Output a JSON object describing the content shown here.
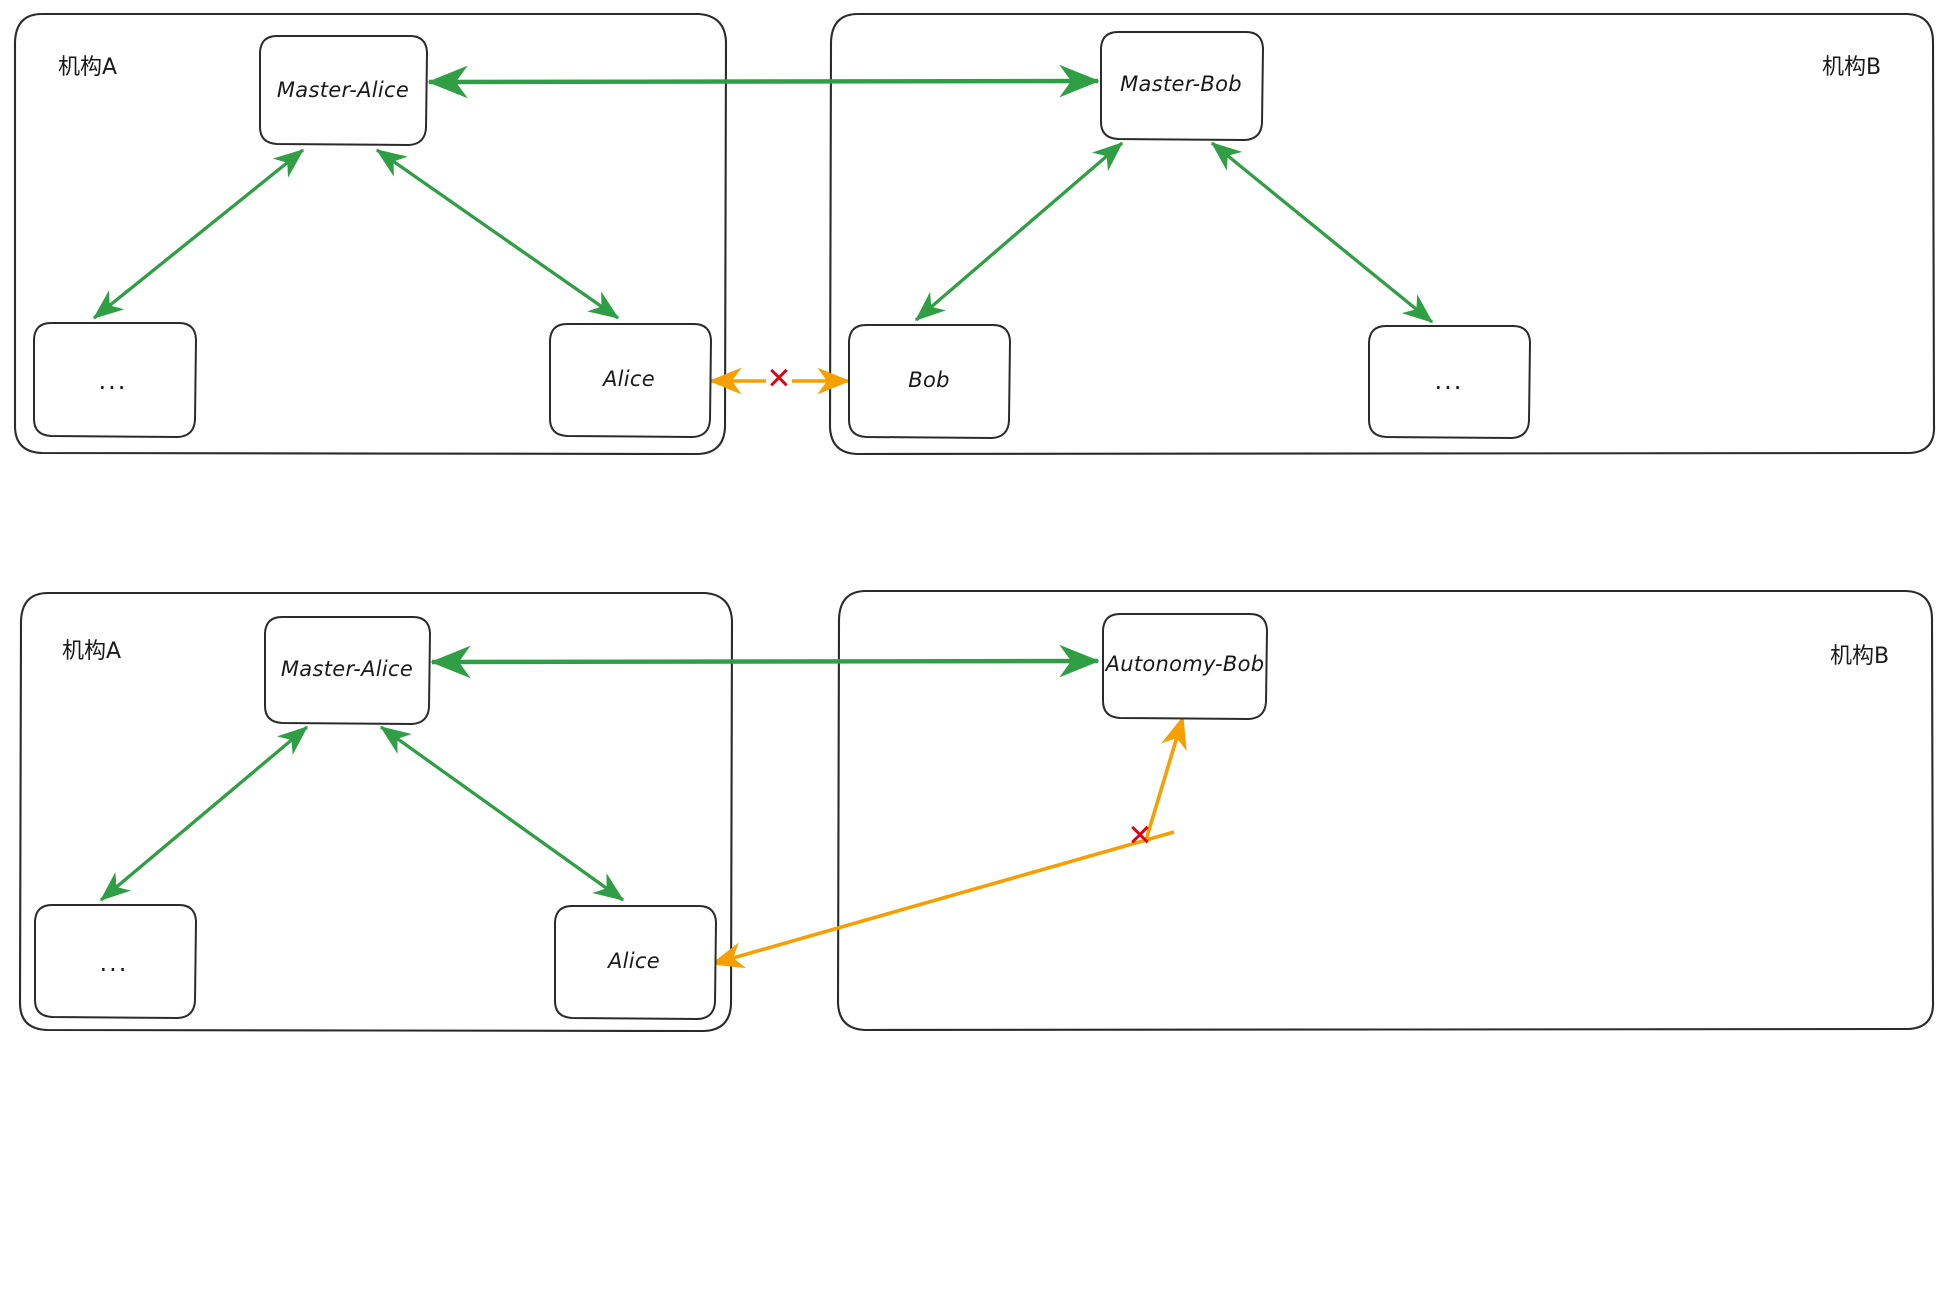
{
  "meta": {
    "title": "机构间主从节点通信对比图",
    "colors": {
      "stroke": "#2b2b2b",
      "node_fill": "#ffffff",
      "green": "#2f9e44",
      "orange": "#f59f00",
      "red": "#e3000f",
      "background": "#ffffff"
    }
  },
  "panels": [
    {
      "id": "top",
      "groups": [
        {
          "id": "top-org-a",
          "label": "机构A",
          "label_cn": "机构",
          "label_latin": "A",
          "label_pos": "left",
          "nodes": [
            {
              "id": "top-master-alice",
              "label": "Master-Alice"
            },
            {
              "id": "top-dots-a",
              "label": "..."
            },
            {
              "id": "top-alice",
              "label": "Alice"
            }
          ]
        },
        {
          "id": "top-org-b",
          "label": "机构B",
          "label_cn": "机构",
          "label_latin": "B",
          "label_pos": "right",
          "nodes": [
            {
              "id": "top-master-bob",
              "label": "Master-Bob"
            },
            {
              "id": "top-bob",
              "label": "Bob"
            },
            {
              "id": "top-dots-b",
              "label": "..."
            }
          ]
        }
      ],
      "edges": [
        {
          "id": "top-edge-master-master",
          "from": "top-master-alice",
          "to": "top-master-bob",
          "color": "#2f9e44",
          "style": "bidirectional",
          "blocked": false
        },
        {
          "id": "top-edge-alice-dots",
          "from": "top-master-alice",
          "to": "top-dots-a",
          "color": "#2f9e44",
          "style": "bidirectional",
          "blocked": false
        },
        {
          "id": "top-edge-alice-master",
          "from": "top-master-alice",
          "to": "top-alice",
          "color": "#2f9e44",
          "style": "bidirectional",
          "blocked": false
        },
        {
          "id": "top-edge-bob-master",
          "from": "top-master-bob",
          "to": "top-bob",
          "color": "#2f9e44",
          "style": "bidirectional",
          "blocked": false
        },
        {
          "id": "top-edge-bob-dots",
          "from": "top-master-bob",
          "to": "top-dots-b",
          "color": "#2f9e44",
          "style": "bidirectional",
          "blocked": false
        },
        {
          "id": "top-edge-alice-bob-blocked",
          "from": "top-alice",
          "to": "top-bob",
          "color": "#f59f00",
          "style": "bidirectional",
          "blocked": true,
          "blocked_marker": "✕"
        }
      ]
    },
    {
      "id": "bottom",
      "groups": [
        {
          "id": "bottom-org-a",
          "label": "机构A",
          "label_cn": "机构",
          "label_latin": "A",
          "label_pos": "left",
          "nodes": [
            {
              "id": "bottom-master-alice",
              "label": "Master-Alice"
            },
            {
              "id": "bottom-dots-a",
              "label": "..."
            },
            {
              "id": "bottom-alice",
              "label": "Alice"
            }
          ]
        },
        {
          "id": "bottom-org-b",
          "label": "机构B",
          "label_cn": "机构",
          "label_latin": "B",
          "label_pos": "right",
          "nodes": [
            {
              "id": "bottom-autonomy-bob",
              "label": "Autonomy-Bob"
            }
          ]
        }
      ],
      "edges": [
        {
          "id": "bottom-edge-master-autonomy",
          "from": "bottom-master-alice",
          "to": "bottom-autonomy-bob",
          "color": "#2f9e44",
          "style": "bidirectional",
          "blocked": false
        },
        {
          "id": "bottom-edge-master-dots",
          "from": "bottom-master-alice",
          "to": "bottom-dots-a",
          "color": "#2f9e44",
          "style": "bidirectional",
          "blocked": false
        },
        {
          "id": "bottom-edge-master-alice",
          "from": "bottom-master-alice",
          "to": "bottom-alice",
          "color": "#2f9e44",
          "style": "bidirectional",
          "blocked": false
        },
        {
          "id": "bottom-edge-alice-autonomy-blocked",
          "from": "bottom-alice",
          "to": "bottom-autonomy-bob",
          "color": "#f59f00",
          "style": "bidirectional",
          "blocked": true,
          "blocked_marker": "✕"
        }
      ]
    }
  ],
  "labels": {
    "top_master_alice": "Master-Alice",
    "top_dots_a": "...",
    "top_alice": "Alice",
    "top_master_bob": "Master-Bob",
    "top_bob": "Bob",
    "top_dots_b": "...",
    "top_org_a": "机构A",
    "top_org_b": "机构B",
    "bottom_master_alice": "Master-Alice",
    "bottom_dots_a": "...",
    "bottom_alice": "Alice",
    "bottom_autonomy_bob": "Autonomy-Bob",
    "bottom_org_a": "机构A",
    "bottom_org_b": "机构B",
    "xmark_top": "✕",
    "xmark_bottom": "✕"
  }
}
